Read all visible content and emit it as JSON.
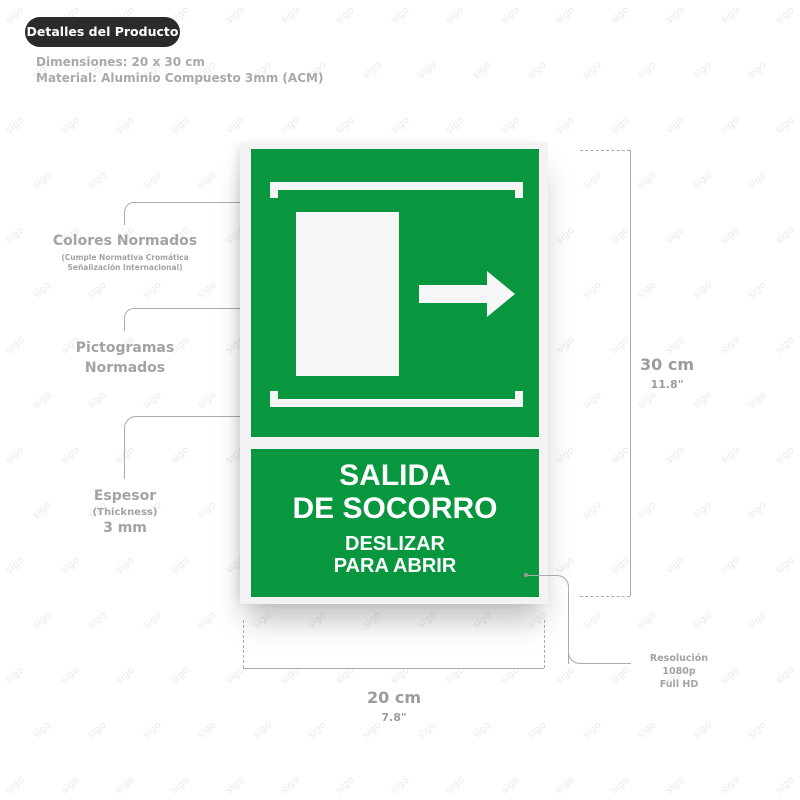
{
  "header": {
    "badge": "Detalles del Producto",
    "dimensions": "Dimensiones: 20 x 30 cm",
    "material": "Material: Aluminio Compuesto 3mm (ACM)"
  },
  "callouts": {
    "colors": {
      "title": "Colores Normados",
      "sub1": "(Cumple Normativa Cromática",
      "sub2": "Señalización Internacional)"
    },
    "pictograms": {
      "line1": "Pictogramas",
      "line2": "Normados"
    },
    "thickness": {
      "title": "Espesor",
      "sub": "(Thickness)",
      "value": "3 mm"
    },
    "resolution": {
      "line1": "Resolución",
      "line2": "1080p",
      "line3": "Full HD"
    }
  },
  "sign": {
    "title1": "SALIDA",
    "title2": "DE SOCORRO",
    "subtitle1": "DESLIZAR",
    "subtitle2": "PARA ABRIR",
    "green": "#08963f",
    "pictogram": "sliding-door-right-arrow"
  },
  "measurements": {
    "height_cm": "30 cm",
    "height_in": "11.8\"",
    "width_cm": "20 cm",
    "width_in": "7.8\""
  },
  "watermark": "sigo"
}
